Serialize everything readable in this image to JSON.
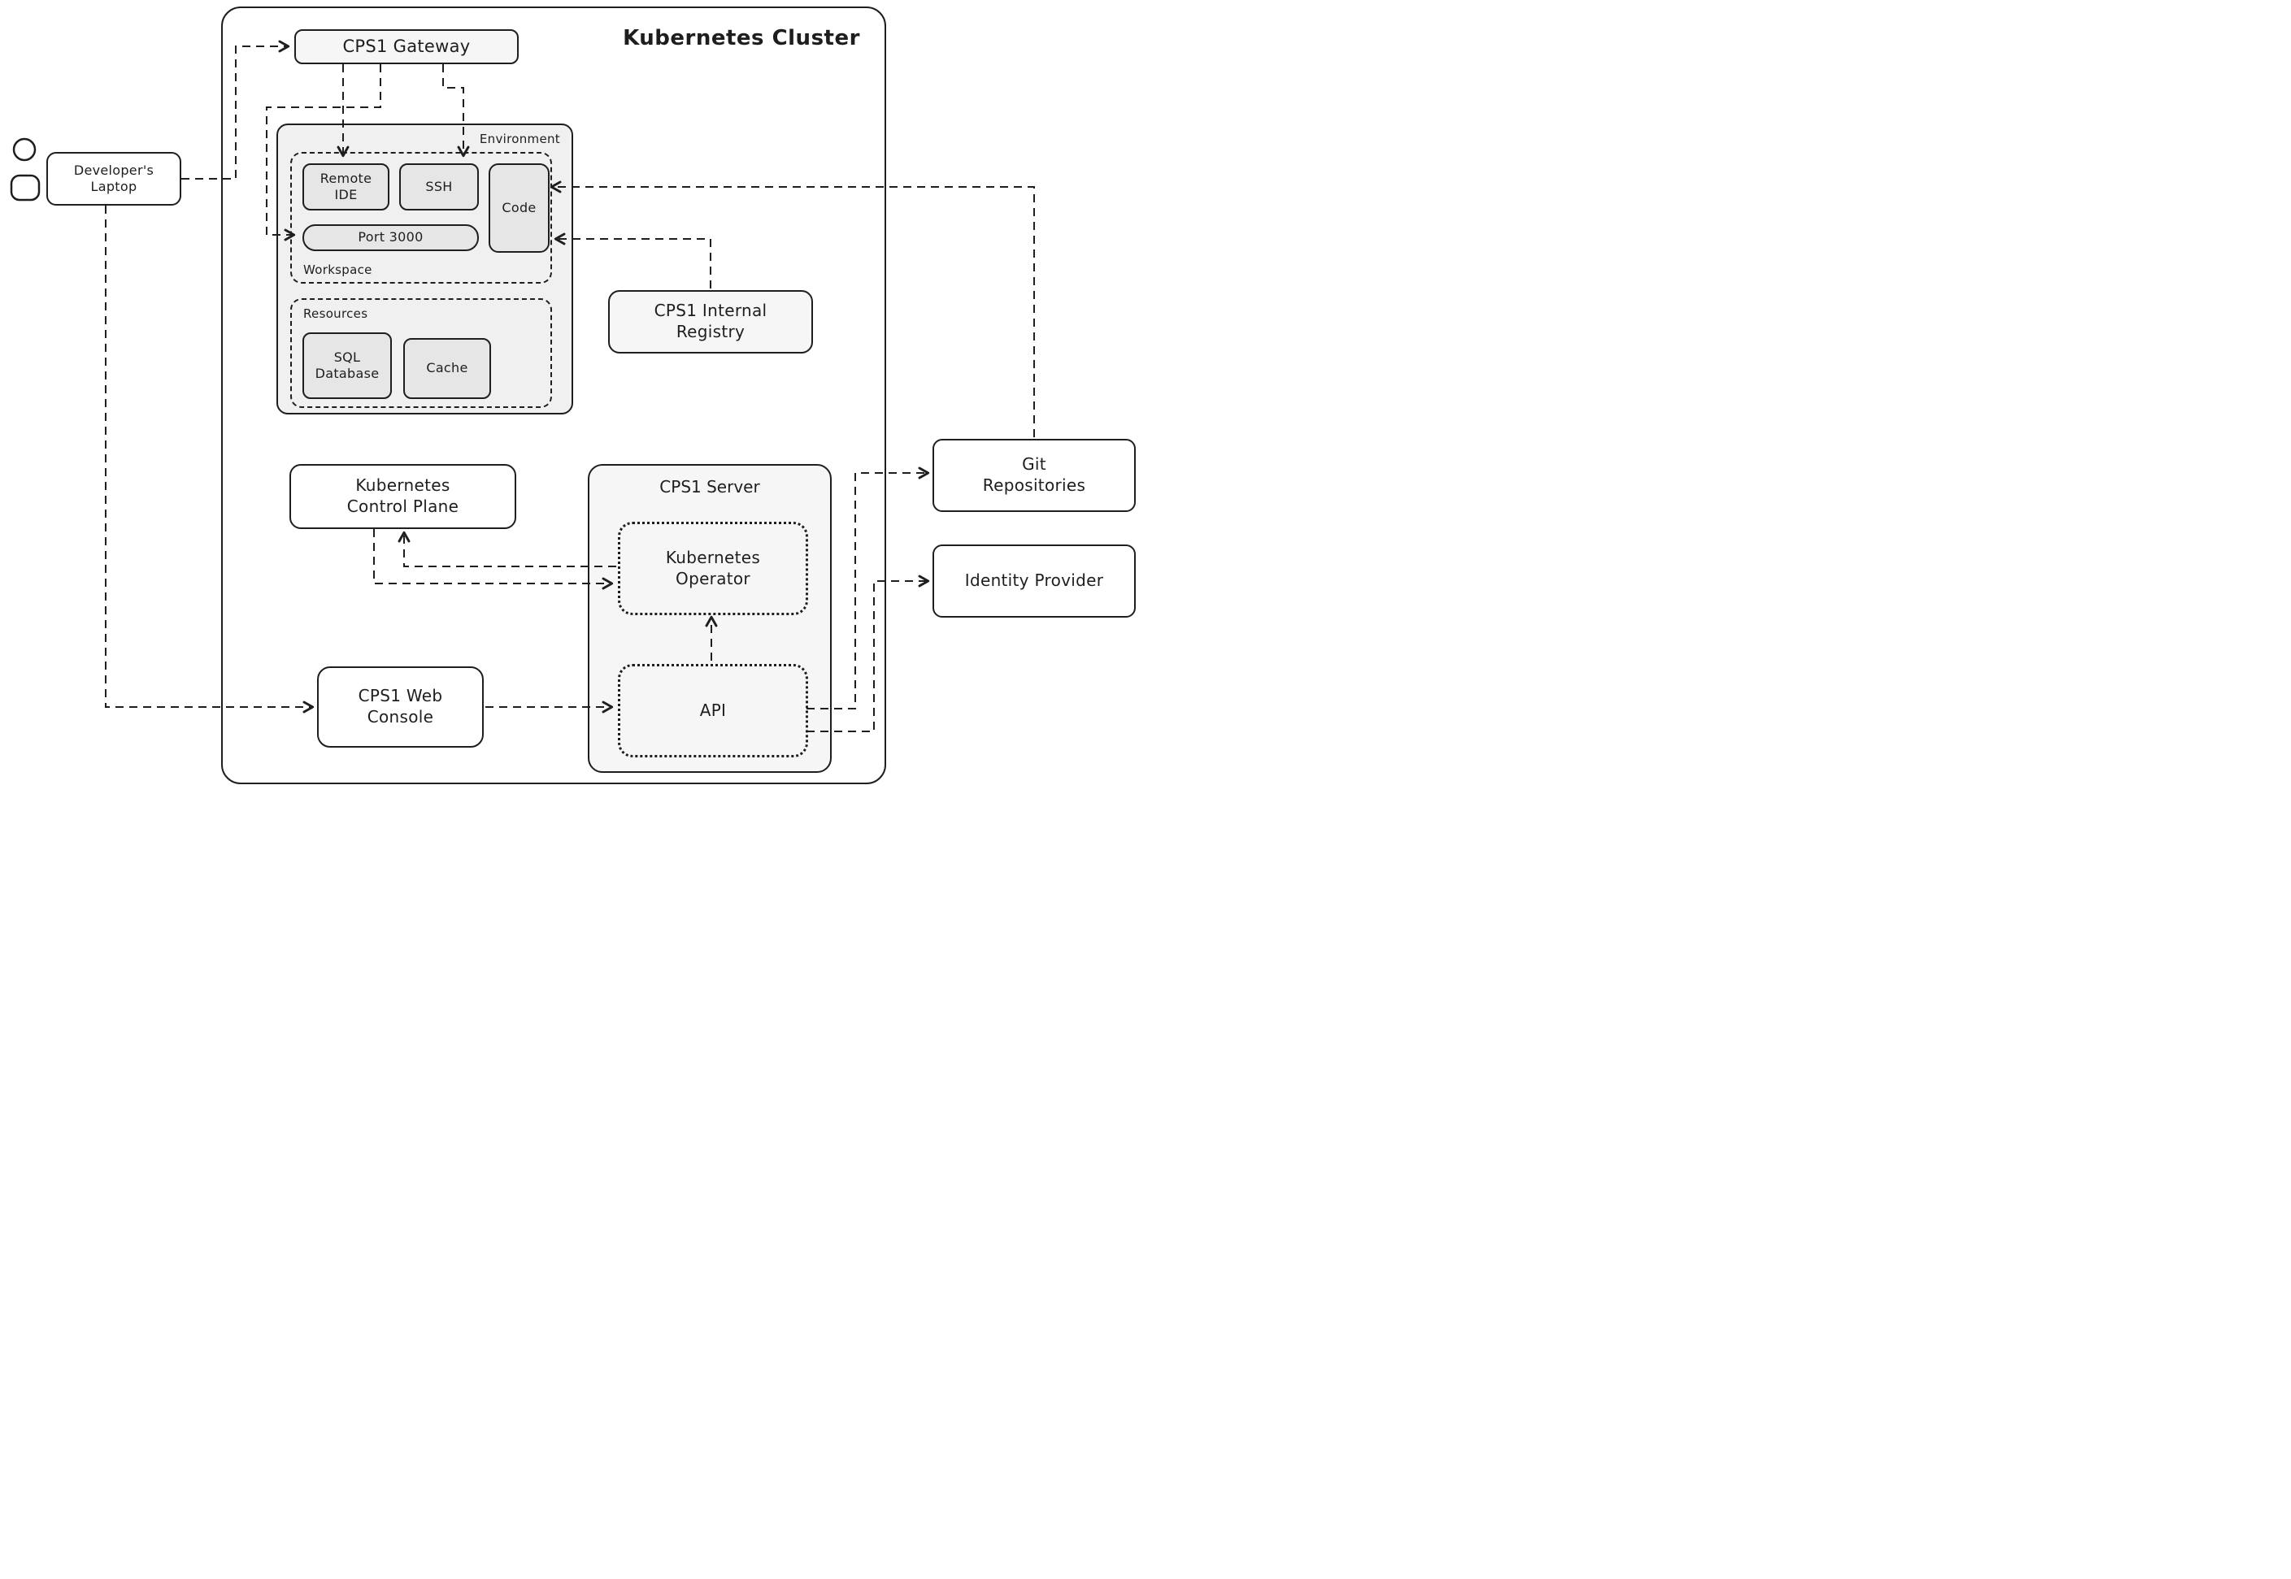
{
  "theme": {
    "ink": "#1e1e1e",
    "canvas": "#ffffff",
    "container-fill": "#f0f0f0",
    "inner-fill": "#e6e6e6",
    "soft-fill": "#f6f6f6"
  },
  "cluster": {
    "title": "Kubernetes Cluster"
  },
  "nodes": {
    "gateway": "CPS1 Gateway",
    "laptop": "Developer's\nLaptop",
    "environment_label": "Environment",
    "workspace_label": "Workspace",
    "remote_ide": "Remote\nIDE",
    "ssh": "SSH",
    "code": "Code",
    "port_3000": "Port 3000",
    "resources_label": "Resources",
    "sql_database": "SQL\nDatabase",
    "cache": "Cache",
    "registry": "CPS1 Internal\nRegistry",
    "control_plane": "Kubernetes\nControl Plane",
    "server_title": "CPS1 Server",
    "operator": "Kubernetes\nOperator",
    "api": "API",
    "web_console": "CPS1 Web\nConsole",
    "git_repos": "Git\nRepositories",
    "identity_provider": "Identity Provider"
  },
  "edges": [
    {
      "from": "developer-laptop",
      "to": "cps1-gateway"
    },
    {
      "from": "developer-laptop",
      "to": "cps1-web-console"
    },
    {
      "from": "cps1-gateway",
      "to": "remote-ide"
    },
    {
      "from": "cps1-gateway",
      "to": "ssh"
    },
    {
      "from": "cps1-gateway",
      "to": "port-3000"
    },
    {
      "from": "git-repositories",
      "to": "code"
    },
    {
      "from": "cps1-internal-registry",
      "to": "workspace"
    },
    {
      "from": "kubernetes-operator",
      "to": "kubernetes-control-plane"
    },
    {
      "from": "kubernetes-control-plane",
      "to": "kubernetes-operator"
    },
    {
      "from": "api",
      "to": "kubernetes-operator"
    },
    {
      "from": "cps1-web-console",
      "to": "api"
    },
    {
      "from": "api",
      "to": "git-repositories"
    },
    {
      "from": "api",
      "to": "identity-provider"
    }
  ]
}
